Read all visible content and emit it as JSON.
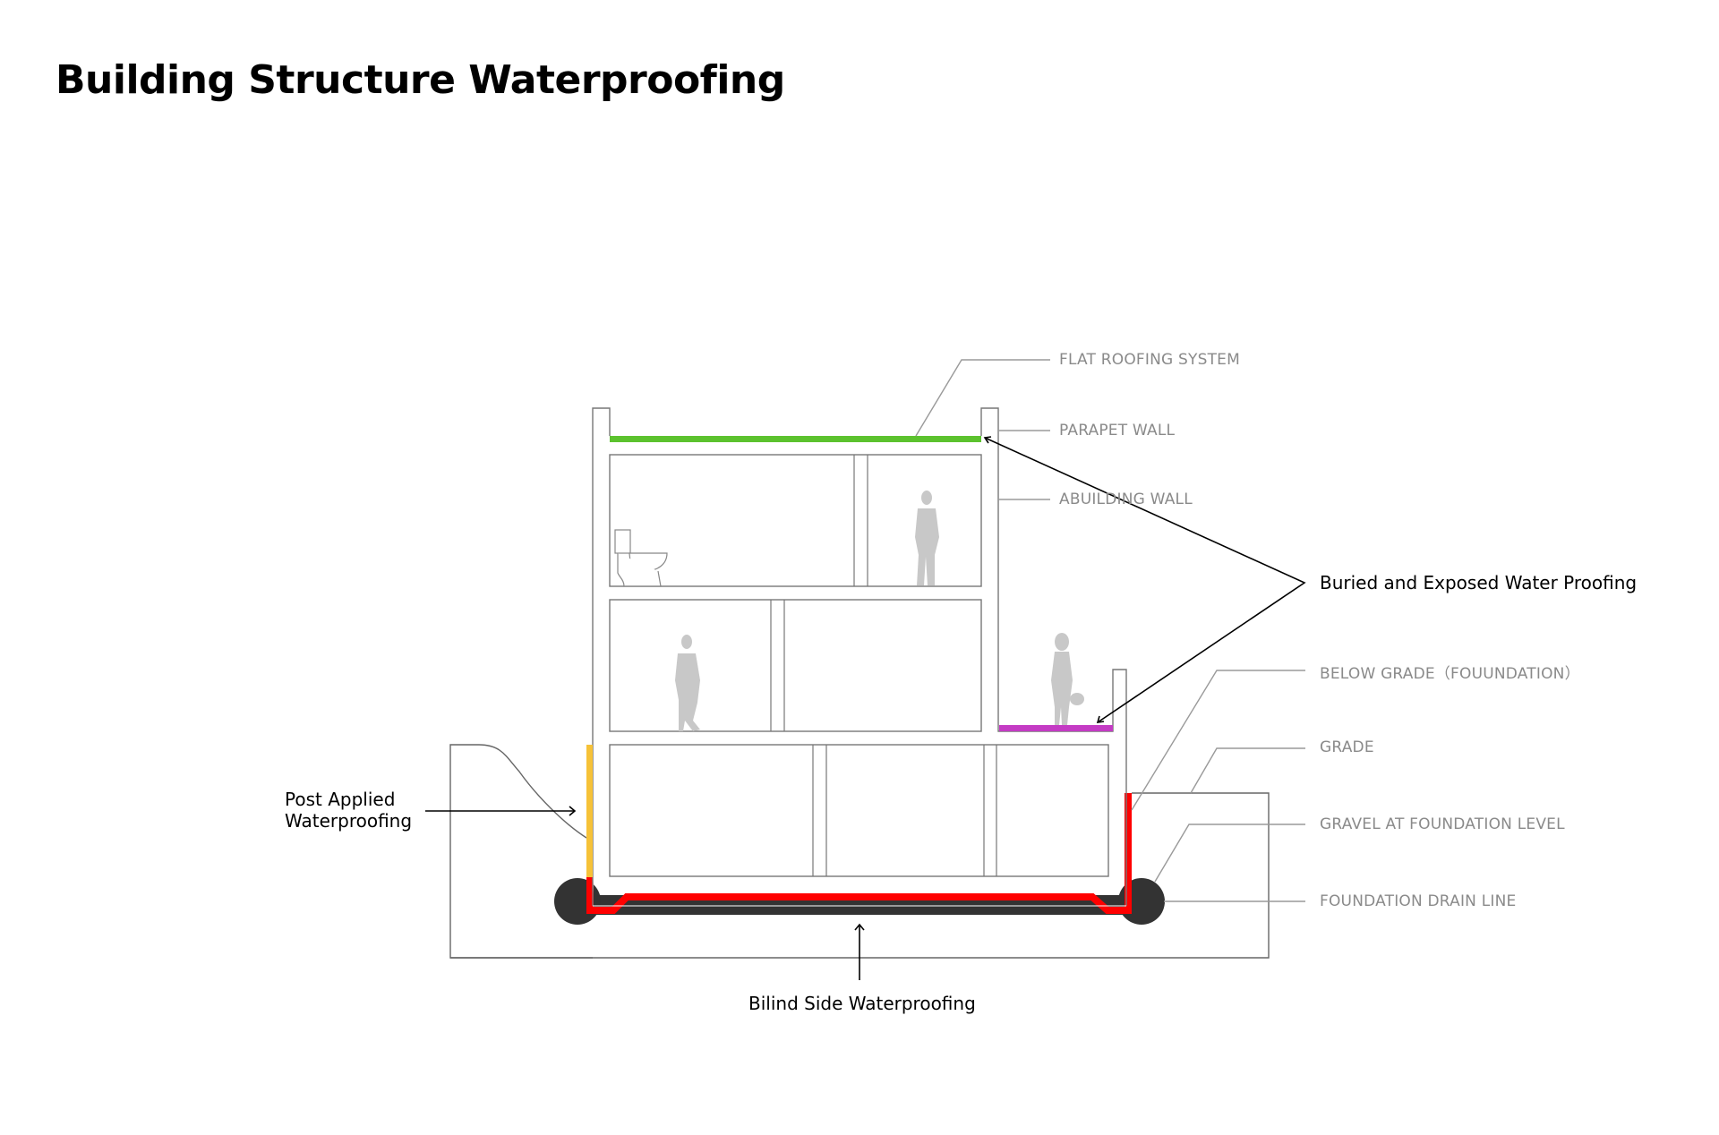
{
  "title": "Building Structure Waterproofing",
  "labels": {
    "flat_roofing_system": "FLAT ROOFING SYSTEM",
    "parapet_wall": "PARAPET WALL",
    "building_wall": "ABUILDING WALL",
    "below_grade": "BELOW GRADE（FOUUNDATION）",
    "grade": "GRADE",
    "gravel": "GRAVEL AT FOUNDATION LEVEL",
    "drain_line": "FOUNDATION DRAIN LINE"
  },
  "callouts": {
    "buried_exposed": "Buried and Exposed Water Proofing",
    "post_applied_line1": "Post Applied",
    "post_applied_line2": "Waterproofing",
    "blind_side": "Bilind Side Waterproofing"
  },
  "colors": {
    "roof_membrane": "#5cc22e",
    "terrace_membrane": "#c43bc4",
    "post_applied": "#f6c238",
    "blind_side": "#ff0000",
    "foundation": "#333333",
    "leader_gray": "#9a9a9a",
    "wall_line": "#777777"
  },
  "figures": [
    "toilet",
    "man-standing-top-floor",
    "man-walking-middle-floor",
    "woman-with-bag-terrace"
  ]
}
